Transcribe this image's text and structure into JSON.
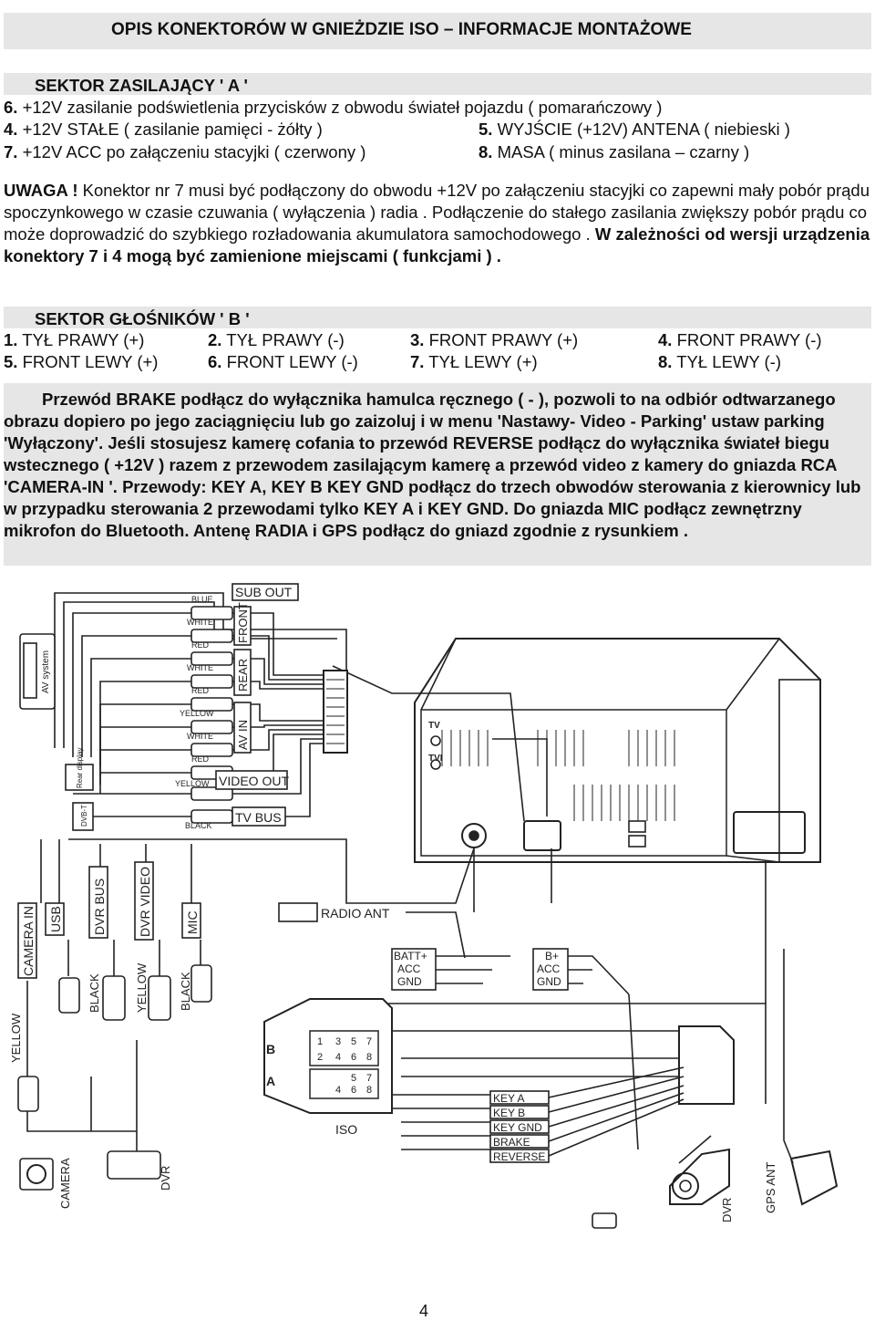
{
  "title": "OPIS KONEKTORÓW  W  GNIEŻDZIE  ISO – INFORMACJE MONTAŻOWE",
  "sector_a": {
    "header": "SEKTOR  ZASILAJĄCY ' A '",
    "item6_num": "6.",
    "item6_text": " +12V  zasilanie podświetlenia przycisków  z obwodu świateł pojazdu ( pomarańczowy )",
    "item4_num": "4.",
    "item4_text": " +12V  STAŁE ( zasilanie pamięci - żółty )",
    "item5_num": "5.",
    "item5_text": " WYJŚCIE  (+12V) ANTENA ( niebieski )",
    "item7_num": "7.",
    "item7_text": " +12V  ACC  po załączeniu  stacyjki ( czerwony )",
    "item8_num": "8.",
    "item8_text": " MASA ( minus zasilana – czarny )"
  },
  "warning": {
    "label": "UWAGA !",
    "text": " Konektor nr 7 musi być podłączony do obwodu +12V po załączeniu stacyjki  co zapewni mały pobór prądu spoczynkowego w czasie czuwania ( wyłączenia ) radia . Podłączenie  do stałego zasilania  zwiększy pobór prądu  co może doprowadzić do szybkiego rozładowania akumulatora samochodowego . ",
    "bold_text": "W  zależności od  wersji  urządzenia  konektory  7 i 4 mogą być zamienione miejscami ( funkcjami ) ."
  },
  "sector_b": {
    "header": "SEKTOR  GŁOŚNIKÓW  ' B '",
    "r1": [
      {
        "num": "1.",
        "text": " TYŁ  PRAWY (+)"
      },
      {
        "num": "2.",
        "text": " TYŁ  PRAWY (-)"
      },
      {
        "num": "3.",
        "text": " FRONT PRAWY (+)"
      },
      {
        "num": "4.",
        "text": " FRONT PRAWY (-)"
      }
    ],
    "r2": [
      {
        "num": "5.",
        "text": " FRONT LEWY (+)"
      },
      {
        "num": "6.",
        "text": " FRONT  LEWY (-)"
      },
      {
        "num": "7.",
        "text": " TYŁ LEWY (+)"
      },
      {
        "num": "8.",
        "text": " TYŁ LEWY (-)"
      }
    ]
  },
  "instructions": "Przewód  BRAKE  podłącz do wyłącznika hamulca ręcznego ( - ), pozwoli to na odbiór odtwarzanego  obrazu dopiero po jego zaciągnięciu  lub go zaizoluj i w menu 'Nastawy-  Video - Parking' ustaw parking 'Wyłączony'.  Jeśli stosujesz  kamerę cofania to przewód  REVERSE podłącz do wyłącznika świateł biegu  wstecznego ( +12V ) razem z przewodem zasilającym kamerę a przewód video z kamery do gniazda RCA 'CAMERA-IN '. Przewody: KEY A, KEY B KEY GND  podłącz do  trzech obwodów  sterowania  z kierownicy lub w przypadku sterowania 2 przewodami tylko KEY A i KEY GND.  Do gniazda  MIC podłącz  zewnętrzny mikrofon do Bluetooth. Antenę RADIA i GPS podłącz do gniazd zgodnie z rysunkiem .",
  "diagram": {
    "sub_out": "SUB OUT",
    "front": "FRONT",
    "rear": "REAR",
    "av_in": "AV  IN",
    "video_out": "VIDEO OUT",
    "tv_bus": "TV BUS",
    "av_system": "AV system",
    "rear_display": "Rear display",
    "dvbt": "DVB-T",
    "blue": "BLUE",
    "white": "WHITE",
    "red": "RED",
    "yellow_small": "YELLOW",
    "black_small": "BLACK",
    "tv": "TV",
    "tvi": "TVI",
    "camera_in": "CAMERA IN",
    "usb": "USB",
    "dvr_bus": "DVR BUS",
    "dvr_video": "DVR VIDEO",
    "mic": "MIC",
    "radio_ant": "RADIO ANT",
    "yellow": "YELLOW",
    "black": "BLACK",
    "batt": "BATT+",
    "bplus": "B+",
    "acc": "ACC",
    "gnd": "GND",
    "iso": "ISO",
    "b_label": "B",
    "a_label": "A",
    "pin_b": [
      "1",
      "3",
      "5",
      "7",
      "2",
      "4",
      "6",
      "8"
    ],
    "pin_a": [
      "5",
      "7",
      "4",
      "6",
      "8"
    ],
    "key_a": "KEY  A",
    "key_b": "KEY  B",
    "key_gnd": "KEY  GND",
    "brake": "BRAKE",
    "reverse": "REVERSE",
    "dvr": "DVR",
    "camera": "CAMERA",
    "gps_ant": "GPS  ANT"
  },
  "page_number": "4"
}
